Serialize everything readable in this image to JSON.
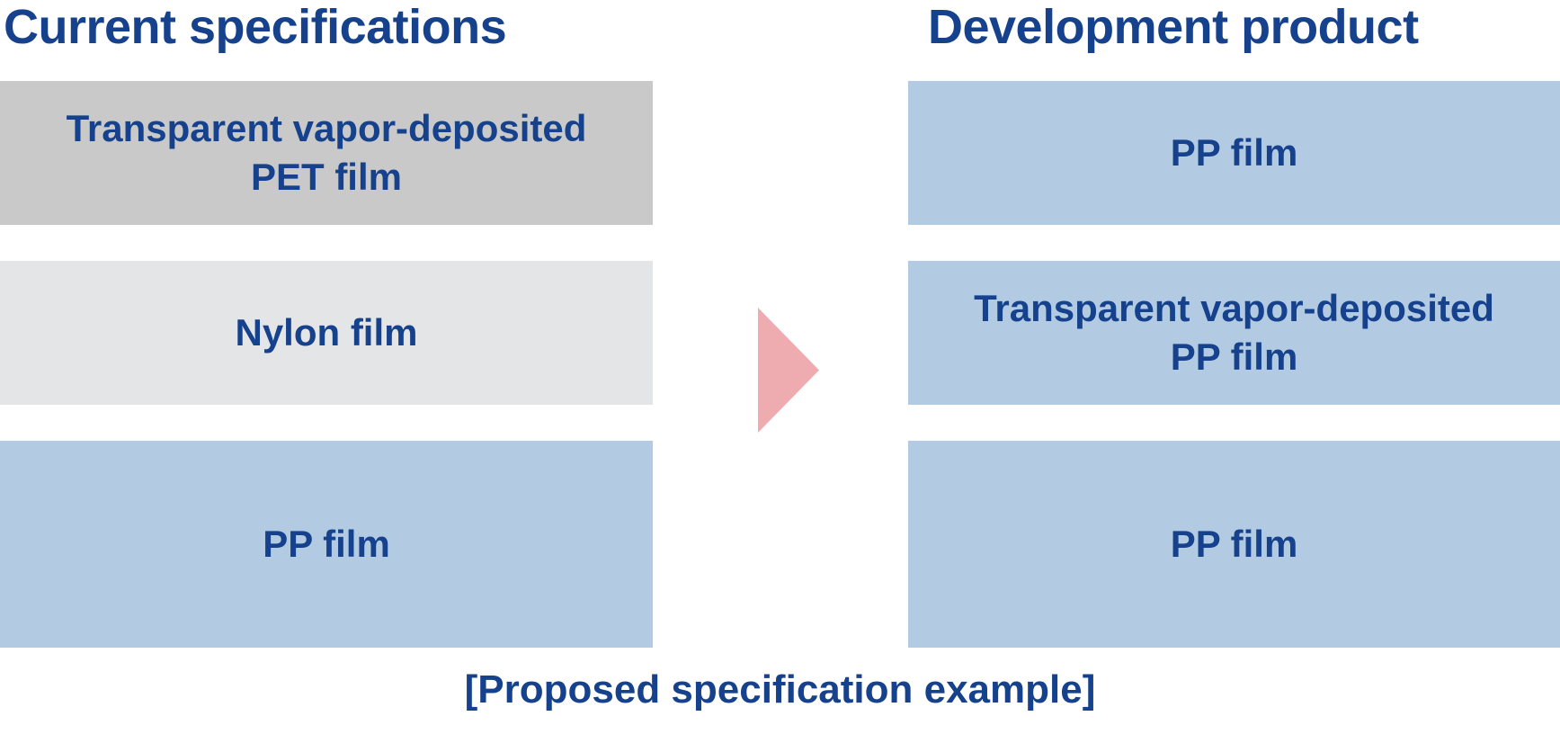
{
  "figure": {
    "caption": "[Proposed specification example]",
    "arrow_icon": "right-triangle-arrow-icon",
    "arrow_color": "#eeacb0",
    "text_color": "#16418c",
    "background": "#ffffff"
  },
  "columns": [
    {
      "id": "current",
      "header": "Current specifications",
      "layers": [
        {
          "label": "Transparent vapor-deposited\nPET film",
          "material": "gray",
          "color": "#c9c9c9"
        },
        {
          "label": "Nylon film",
          "material": "light-gray",
          "color": "#e4e5e7"
        },
        {
          "label": "PP film",
          "material": "blue",
          "color": "#b3cbe2"
        }
      ]
    },
    {
      "id": "development",
      "header": "Development product",
      "layers": [
        {
          "label": "PP film",
          "material": "blue",
          "color": "#b3cbe2"
        },
        {
          "label": "Transparent vapor-deposited\nPP film",
          "material": "blue",
          "color": "#b3cbe2"
        },
        {
          "label": "PP film",
          "material": "blue",
          "color": "#b3cbe2"
        }
      ]
    }
  ]
}
